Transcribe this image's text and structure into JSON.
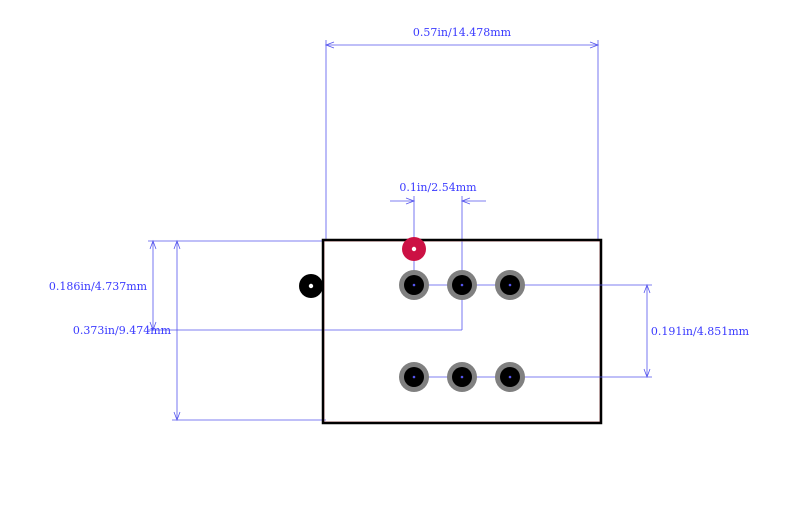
{
  "colors": {
    "dimension": "#5555ee",
    "dimension_text": "#3a3aff",
    "outline": "#000000",
    "courtyard": "#e08080",
    "pad_ring": "#808080",
    "pad_hole": "#000000",
    "pin1_marker": "#cc1144",
    "orientation_dot": "#000000"
  },
  "dimensions": {
    "overall_width": "0.57in/14.478mm",
    "pin_pitch": "0.1in/2.54mm",
    "pin1_to_row": "0.186in/4.737mm",
    "overall_height": "0.373in/9.474mm",
    "row_spacing": "0.191in/4.851mm"
  },
  "footprint": {
    "top_row_pins": 3,
    "bottom_row_pins": 3
  }
}
